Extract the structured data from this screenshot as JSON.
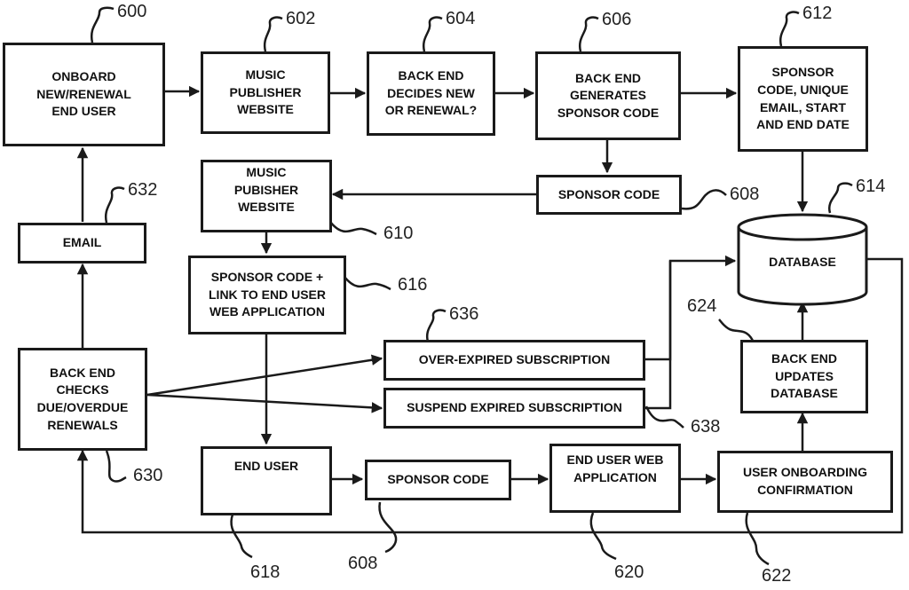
{
  "boxes": {
    "onboard": "ONBOARD\nNEW/RENEWAL\nEND USER",
    "music_publisher_website_top": "MUSIC\nPUBLISHER\nWEBSITE",
    "back_end_decides": "BACK END\nDECIDES NEW\nOR RENEWAL?",
    "back_end_generates": "BACK END\nGENERATES\nSPONSOR CODE",
    "sponsor_code_email_dates": "SPONSOR\nCODE, UNIQUE\nEMAIL, START\nAND END DATE",
    "sponsor_code_upper": "SPONSOR CODE",
    "music_publisher_website_mid": "MUSIC\nPUBISHER\nWEBSITE",
    "email": "EMAIL",
    "sponsor_code_link": "SPONSOR CODE +\nLINK TO END USER\nWEB APPLICATION",
    "database": "DATABASE",
    "over_expired": "OVER-EXPIRED SUBSCRIPTION",
    "suspend_expired": "SUSPEND EXPIRED SUBSCRIPTION",
    "back_end_checks": "BACK END\nCHECKS\nDUE/OVERDUE\nRENEWALS",
    "back_end_updates": "BACK END\nUPDATES\nDATABASE",
    "end_user": "END USER",
    "sponsor_code_lower": "SPONSOR CODE",
    "end_user_web_app": "END USER WEB\nAPPLICATION",
    "user_onboarding": "USER ONBOARDING\nCONFIRMATION"
  },
  "refs": {
    "r600": "600",
    "r602": "602",
    "r604": "604",
    "r606": "606",
    "r612": "612",
    "r632": "632",
    "r608a": "608",
    "r614": "614",
    "r610": "610",
    "r616": "616",
    "r636": "636",
    "r624": "624",
    "r638": "638",
    "r630": "630",
    "r618": "618",
    "r608b": "608",
    "r620": "620",
    "r622": "622"
  }
}
